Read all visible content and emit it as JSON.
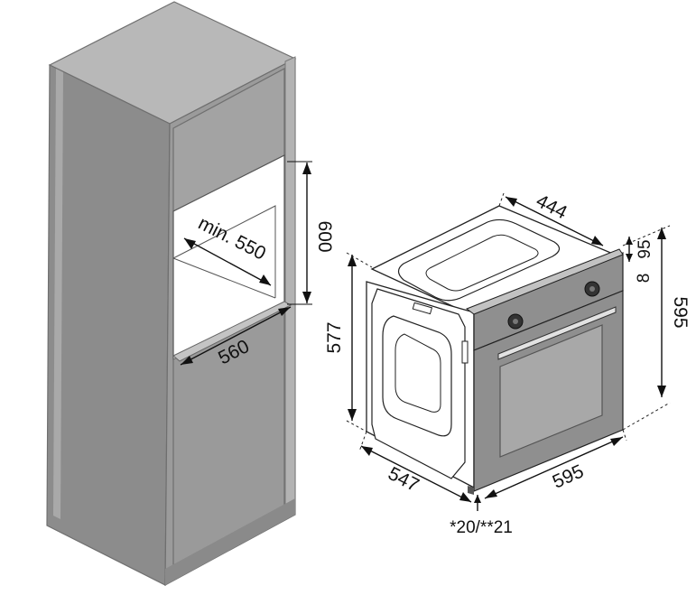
{
  "cabinet": {
    "width_label": "560",
    "depth_label": "min. 550",
    "height_label": "600"
  },
  "oven": {
    "depth_label": "547",
    "height_label": "577",
    "top_depth_label": "444",
    "width_label": "595",
    "front_height_label": "595",
    "panel_height_label": "95",
    "gap_label": "8",
    "door_offset_label": "*20/**21"
  },
  "colors": {
    "cabinet_gray": "#9e9e9e",
    "cabinet_light": "#b9b9b9",
    "cabinet_dark": "#7d7d7d",
    "oven_front": "#8f8f8f",
    "oven_glass": "#a7a7a7"
  }
}
